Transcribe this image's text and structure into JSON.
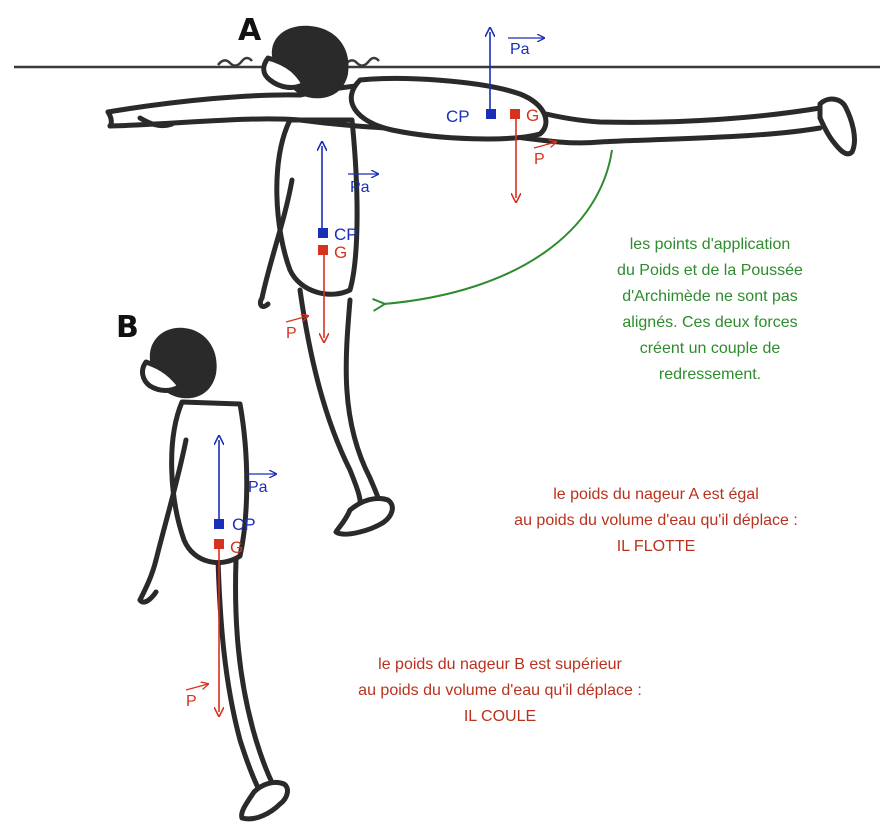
{
  "labels": {
    "swimmer_a": "A",
    "swimmer_b": "B"
  },
  "forces": {
    "center_of_buoyancy": "CP",
    "center_of_gravity": "G",
    "buoyancy_vector": "Pa",
    "weight_vector": "P"
  },
  "notes": {
    "righting_couple": [
      "les points d'application",
      "du Poids et de la Poussée",
      "d'Archimède ne sont pas",
      "alignés. Ces deux forces",
      "créent un couple de",
      "redressement."
    ],
    "swimmer_a_floats": [
      "le poids du nageur A est égal",
      "au poids du volume d'eau qu'il déplace :",
      "IL FLOTTE"
    ],
    "swimmer_b_sinks": [
      "le poids du nageur B est supérieur",
      "au poids du volume d'eau qu'il déplace :",
      "IL COULE"
    ]
  },
  "colors": {
    "buoyancy": "#1a2fb5",
    "weight": "#d6321e",
    "note_green": "#2e8b2e",
    "note_red": "#b8321e",
    "outline": "#2a2a2a"
  }
}
